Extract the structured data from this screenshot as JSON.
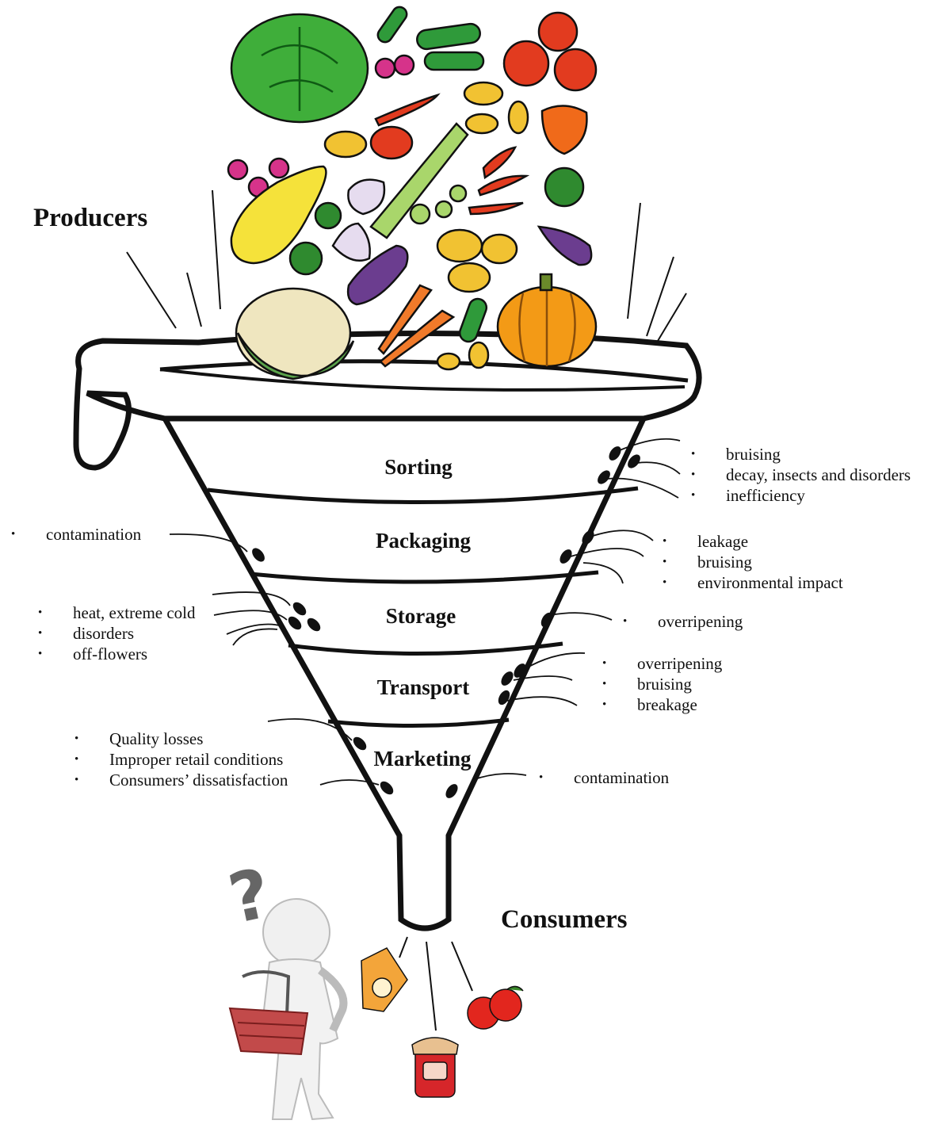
{
  "labels": {
    "producers": "Producers",
    "consumers": "Consumers"
  },
  "stages": [
    "Sorting",
    "Packaging",
    "Storage",
    "Transport",
    "Marketing"
  ],
  "notes": {
    "sorting_right": [
      "bruising",
      "decay, insects and disorders",
      "inefficiency"
    ],
    "packaging_left": [
      "contamination"
    ],
    "packaging_right": [
      "leakage",
      "bruising",
      "environmental impact"
    ],
    "storage_left": [
      "heat, extreme cold",
      "disorders",
      "off-flowers"
    ],
    "storage_right": [
      "overripening"
    ],
    "transport_right": [
      "overripening",
      "bruising",
      "breakage"
    ],
    "marketing_left": [
      "Quality losses",
      "Improper retail conditions",
      "Consumers’ dissatisfaction"
    ],
    "marketing_right": [
      "contamination"
    ]
  },
  "colors": {
    "outline": "#111111",
    "lettuce": "#3fae3a",
    "tomato": "#e23b1f",
    "pepper": "#f06a1a",
    "pumpkin": "#f39a16",
    "potato": "#f1c232",
    "zucchini": "#f5e23a",
    "eggplant": "#6b3d8f",
    "carrot": "#f07a2a",
    "cucumber": "#2f9a3a",
    "radish": "#d6338a",
    "cauliflower": "#efe6bf",
    "basket": "#c24a4a"
  },
  "icons": [
    "lettuce-icon",
    "cucumber-icon",
    "tomato-icon",
    "radish-icon",
    "chili-icon",
    "potato-icon",
    "pepper-icon",
    "zucchini-icon",
    "leek-icon",
    "garlic-icon",
    "broccoli-icon",
    "eggplant-icon",
    "carrot-icon",
    "cauliflower-icon",
    "pumpkin-icon",
    "juice-carton-icon",
    "jam-jar-icon",
    "apples-icon",
    "shopper-figure-icon",
    "question-mark-icon",
    "basket-icon",
    "funnel-icon"
  ]
}
